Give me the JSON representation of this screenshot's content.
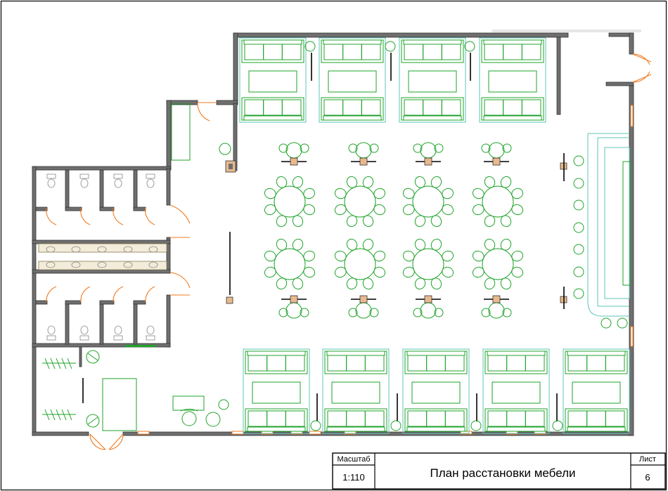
{
  "title_block": {
    "scale_label": "Масштаб",
    "scale_value": "1:110",
    "title": "План расстановки мебели",
    "sheet_label": "Лист",
    "sheet_value": "6"
  },
  "colors": {
    "walls": "#6f6f6f",
    "furniture": "#1fa32a",
    "doors": "#f07a1e",
    "bar_counter": "#5ec5b8"
  }
}
